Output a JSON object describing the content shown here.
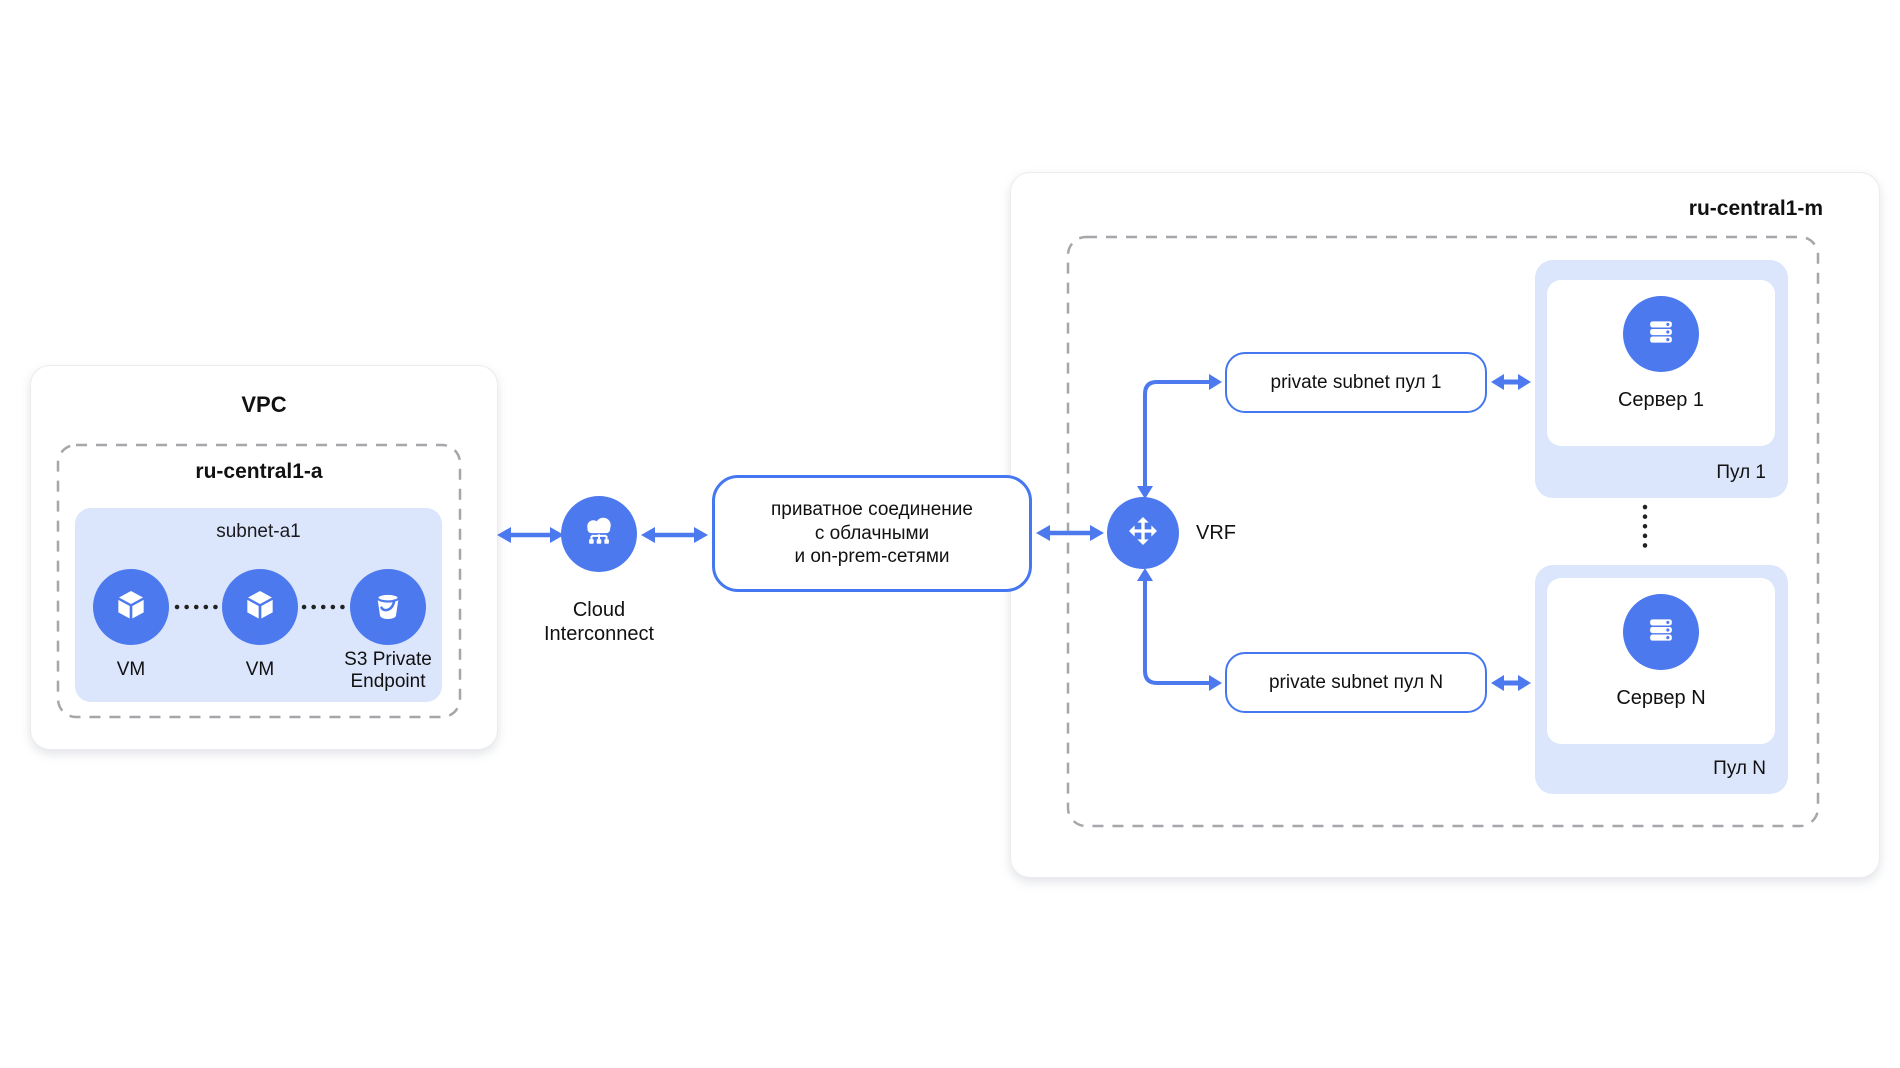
{
  "colors": {
    "accent_blue": "#4c79ee",
    "box_border_blue": "#4577f1",
    "light_blue_fill": "#dbe5fb",
    "dashed_gray": "#a6a6ab",
    "dot_black": "#222222",
    "card_bg": "#ffffff",
    "text": "#111111"
  },
  "vpc": {
    "title": "VPC",
    "zone_title": "ru-central1-a",
    "subnet_title": "subnet-a1",
    "nodes": [
      {
        "label": "VM",
        "icon": "vm-cube-icon"
      },
      {
        "label": "VM",
        "icon": "vm-cube-icon"
      },
      {
        "label": "S3 Private Endpoint",
        "icon": "s3-bucket-icon"
      }
    ]
  },
  "interconnect": {
    "label": "Cloud Interconnect",
    "icon": "cloud-interconnect-icon"
  },
  "private_link": {
    "lines": [
      "приватное соединение",
      "с облачными",
      "и on-prem-сетями"
    ]
  },
  "vrf": {
    "label": "VRF",
    "icon": "vrf-move-icon"
  },
  "region": {
    "title": "ru-central1-m",
    "subnet_boxes": [
      {
        "label": "private subnet пул 1"
      },
      {
        "label": "private subnet пул N"
      }
    ],
    "pools": [
      {
        "server_label": "Сервер 1",
        "pool_label": "Пул 1",
        "icon": "server-rack-icon"
      },
      {
        "server_label": "Сервер N",
        "pool_label": "Пул N",
        "icon": "server-rack-icon"
      }
    ]
  }
}
